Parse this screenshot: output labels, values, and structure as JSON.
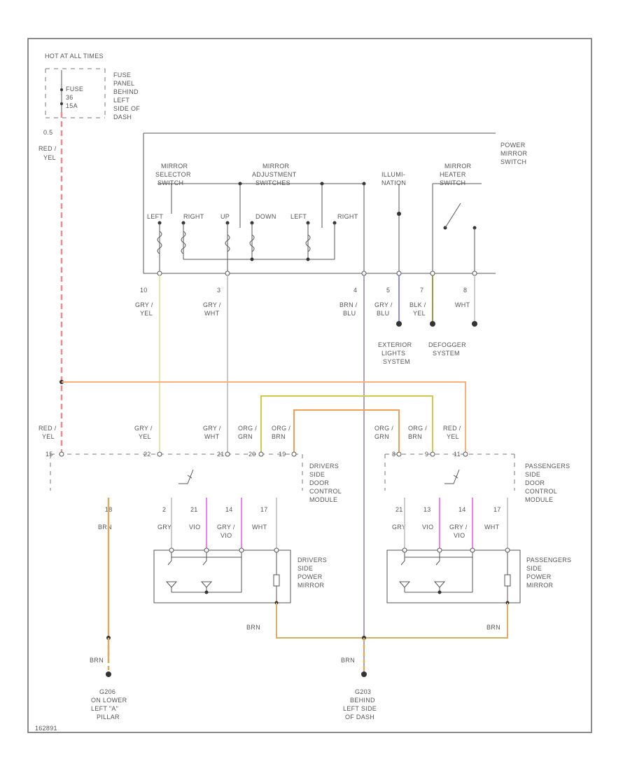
{
  "hot_at": "HOT AT ALL TIMES",
  "fuse_panel": [
    "FUSE",
    "PANEL",
    "BEHIND",
    "LEFT",
    "SIDE OF",
    "DASH"
  ],
  "fuse": [
    "FUSE",
    "36",
    "15A"
  ],
  "fuse_wire": [
    "0.5",
    "RED /",
    "YEL"
  ],
  "switch_title": [
    "POWER",
    "MIRROR",
    "SWITCH"
  ],
  "sw_labels": {
    "selector": [
      "MIRROR",
      "SELECTOR",
      "SWITCH"
    ],
    "adjust": [
      "MIRROR",
      "ADJUSTMENT",
      "SWITCHES"
    ],
    "illum": [
      "ILLUMI-",
      "NATION"
    ],
    "heater": [
      "MIRROR",
      "HEATER",
      "SWITCH"
    ],
    "left1": "LEFT",
    "right1": "RIGHT",
    "up": "UP",
    "down": "DOWN",
    "left2": "LEFT",
    "right2": "RIGHT"
  },
  "switch_pins": [
    {
      "pin": "10",
      "wire": [
        "GRY /",
        "YEL"
      ]
    },
    {
      "pin": "3",
      "wire": [
        "GRY /",
        "WHT"
      ]
    },
    {
      "pin": "4",
      "wire": [
        "BRN /",
        "BLU"
      ]
    },
    {
      "pin": "5",
      "wire": [
        "GRY /",
        "BLU"
      ]
    },
    {
      "pin": "7",
      "wire": [
        "BLK /",
        "YEL"
      ]
    },
    {
      "pin": "8",
      "wire": [
        "WHT"
      ]
    }
  ],
  "systems": {
    "exterior": [
      "EXTERIOR",
      "LIGHTS",
      "SYSTEM"
    ],
    "defogger": [
      "DEFOGGER",
      "SYSTEM"
    ]
  },
  "dcm_wires": [
    {
      "wire": [
        "RED /",
        "YEL"
      ],
      "pin": "15"
    },
    {
      "wire": [
        "GRY /",
        "YEL"
      ],
      "pin": "22"
    },
    {
      "wire": [
        "GRY /",
        "WHT"
      ],
      "pin": "21"
    },
    {
      "wire": [
        "ORG /",
        "GRN"
      ],
      "pin": "20"
    },
    {
      "wire": [
        "ORG /",
        "BRN"
      ],
      "pin": "19"
    }
  ],
  "pcm_wires": [
    {
      "wire": [
        "ORG /",
        "GRN"
      ],
      "pin": "8"
    },
    {
      "wire": [
        "ORG /",
        "BRN"
      ],
      "pin": "9"
    },
    {
      "wire": [
        "RED /",
        "YEL"
      ],
      "pin": "11"
    }
  ],
  "drivers_module": [
    "DRIVERS",
    "SIDE",
    "DOOR",
    "CONTROL",
    "MODULE"
  ],
  "pass_module": [
    "PASSENGERS",
    "SIDE",
    "DOOR",
    "CONTROL",
    "MODULE"
  ],
  "drv_bottom": [
    {
      "pin": "18",
      "wire": [
        "BRN"
      ]
    },
    {
      "pin": "2",
      "wire": [
        "GRY"
      ]
    },
    {
      "pin": "21",
      "wire": [
        "VIO"
      ]
    },
    {
      "pin": "14",
      "wire": [
        "GRY /",
        "VIO"
      ]
    },
    {
      "pin": "17",
      "wire": [
        "WHT"
      ]
    }
  ],
  "pass_bottom": [
    {
      "pin": "21",
      "wire": [
        "GRY"
      ]
    },
    {
      "pin": "13",
      "wire": [
        "VIO"
      ]
    },
    {
      "pin": "14",
      "wire": [
        "GRY /",
        "VIO"
      ]
    },
    {
      "pin": "17",
      "wire": [
        "WHT"
      ]
    }
  ],
  "drivers_mirror": [
    "DRIVERS",
    "SIDE",
    "POWER",
    "MIRROR"
  ],
  "pass_mirror": [
    "PASSENGERS",
    "SIDE",
    "POWER",
    "MIRROR"
  ],
  "brn": "BRN",
  "g_left": [
    "G206",
    "ON LOWER",
    "LEFT \"A\"",
    "PILLAR"
  ],
  "g_center": [
    "G203",
    "BEHIND",
    "LEFT SIDE",
    "OF DASH"
  ],
  "fig_id": "162891",
  "colors": {
    "red_yel": "#f08a8a",
    "gry_yel": "#e6e6a8",
    "gry_wht": "#c8c8c8",
    "brn_blu": "#b0a2b6",
    "gry_blu": "#8c8cf0",
    "blk_yel": "#9a9a3c",
    "org_grn": "#d2c84a",
    "org_brn": "#f0a050",
    "red_org": "#ffb07a",
    "vio": "#f080f0",
    "brn": "#d6b060",
    "line": "#555555",
    "text": "#555555"
  }
}
